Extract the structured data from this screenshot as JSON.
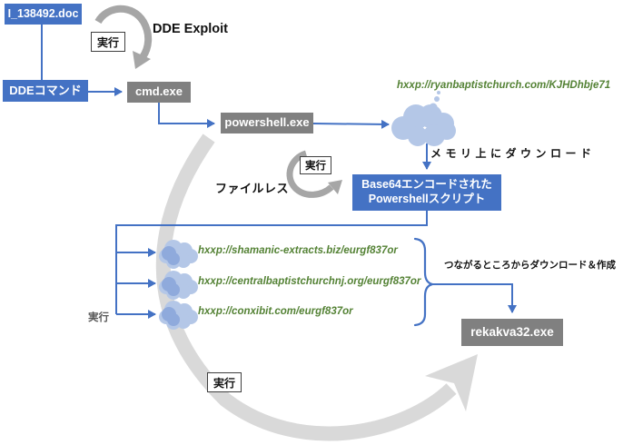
{
  "nodes": {
    "doc": "I_138492.doc",
    "dde_command": "DDEコマンド",
    "cmd": "cmd.exe",
    "powershell": "powershell.exe",
    "base64_line1": "Base64エンコードされた",
    "base64_line2": "Powershellスクリプト",
    "payload": "rekakva32.exe"
  },
  "labels": {
    "dde_exploit": "DDE Exploit",
    "exec": "実行",
    "memory_download": "メモリ上にダウンロード",
    "fileless": "ファイルレス",
    "download_and_create": "つながるところからダウンロード＆作成"
  },
  "urls": {
    "main": "hxxp://ryanbaptistchurch.com/KJHDhbje71",
    "list": [
      "hxxp://shamanic-extracts.biz/eurgf837or",
      "hxxp://centralbaptistchurchnj.org/eurgf837or",
      "hxxp://conxibit.com/eurgf837or"
    ]
  },
  "colors": {
    "node_blue": "#4472C4",
    "node_gray": "#808080",
    "cloud_light": "#B4C7E7",
    "cloud_dark": "#8FAADC",
    "url_green": "#548235",
    "arc_gray": "#D9D9D9",
    "arrow_gray": "#A6A6A6"
  }
}
